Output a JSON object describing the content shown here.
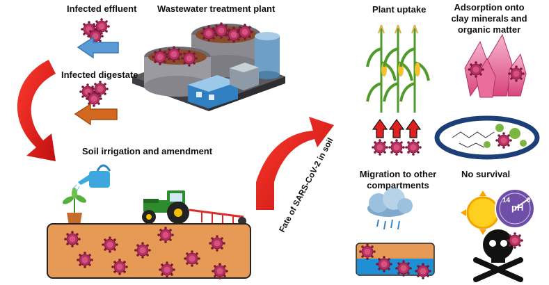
{
  "labels": {
    "infected_effluent": "Infected effluent",
    "wastewater_plant": "Wastewater treatment plant",
    "infected_digestate": "Infected digestate",
    "soil_irrigation": "Soil irrigation and amendment",
    "fate": "Fate of SARS-CoV-2 in soil",
    "plant_uptake": "Plant uptake",
    "adsorption_l1": "Adsorption onto",
    "adsorption_l2": "clay minerals and",
    "adsorption_l3": "organic matter",
    "migration_l1": "Migration to other",
    "migration_l2": "compartments",
    "no_survival": "No survival",
    "ph_label": "pH",
    "ph_max": "14",
    "ph_min": "0"
  },
  "colors": {
    "virus": "#b53060",
    "soil": "#e69a56",
    "red_arrow": "#e02020",
    "blue_arrow": "#5b9bd5",
    "orange_arrow": "#d2691e",
    "water": "#1f8fd6",
    "tractor": "#2e8b2e"
  }
}
